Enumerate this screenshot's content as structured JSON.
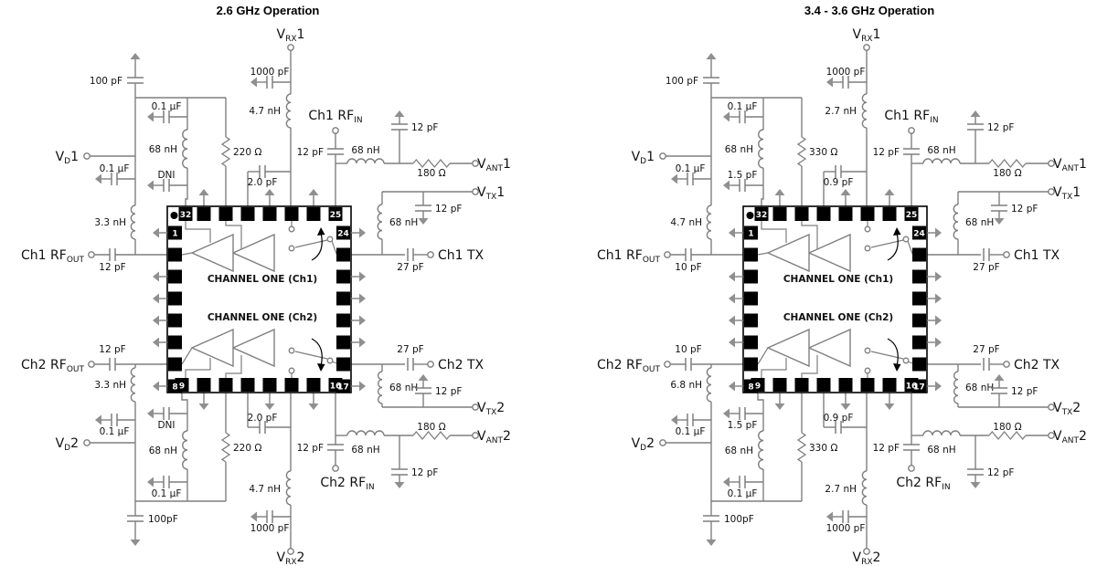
{
  "colors": {
    "wire": "#7f7f7f",
    "ground": "#8f8f8f",
    "chip": "#000000",
    "text": "#111111"
  },
  "circuits": [
    {
      "title": "2.6 GHz Operation",
      "chip": {
        "ch1_label": "CHANNEL ONE (Ch1)",
        "ch2_label": "CHANNEL ONE (Ch2)",
        "pins": {
          "p32": "32",
          "p25": "25",
          "p1": "1",
          "p8": "8",
          "p9": "9",
          "p16": "16",
          "p24": "24",
          "p17": "17"
        }
      },
      "top": {
        "bulk_cap": "100 pF",
        "vd_bypass": "0.1 µF",
        "col_cap": "0.1 µF",
        "col_ind": "68 nH",
        "col_cap2": "DNI",
        "bias_res": "220 Ω",
        "bias_cap": "2.0 pF",
        "vrx_cap": "1000 pF",
        "vrx_ind": "4.7 nH",
        "rfout_ind": "3.3 nH",
        "rfout_cap": "12 pF",
        "rfin_cap": "12 pF",
        "rfin_ind": "68 nH",
        "rfin_shunt_cap": "12 pF",
        "ant_res": "180 Ω",
        "vtx_ind": "68 nH",
        "vtx_shunt_cap": "12 pF",
        "tx_cap": "27 pF",
        "vd": {
          "pre": "V",
          "sub": "D",
          "post": "1"
        },
        "vrx": {
          "pre": "V",
          "sub": "RX",
          "post": "1"
        },
        "rfout": {
          "pre": "Ch1 RF",
          "sub": "OUT",
          "post": ""
        },
        "rfin": {
          "pre": "Ch1 RF",
          "sub": "IN",
          "post": ""
        },
        "vant": {
          "pre": "V",
          "sub": "ANT",
          "post": "1"
        },
        "vtx": {
          "pre": "V",
          "sub": "TX",
          "post": "1"
        },
        "tx": "Ch1 TX"
      },
      "bottom": {
        "bulk_cap": "100pF",
        "vd_bypass": "0.1 µF",
        "col_cap": "0.1 µF",
        "col_ind": "68 nH",
        "col_cap2": "DNI",
        "bias_res": "220 Ω",
        "bias_cap": "2.0 pF",
        "vrx_cap": "1000 pF",
        "vrx_ind": "4.7 nH",
        "rfout_ind": "3.3 nH",
        "rfout_cap": "12 pF",
        "rfin_cap": "12 pF",
        "rfin_ind": "68 nH",
        "rfin_shunt_cap": "12 pF",
        "ant_res": "180 Ω",
        "vtx_ind": "68 nH",
        "vtx_shunt_cap": "12 pF",
        "tx_cap": "27 pF",
        "vd": {
          "pre": "V",
          "sub": "D",
          "post": "2"
        },
        "vrx": {
          "pre": "V",
          "sub": "RX",
          "post": "2"
        },
        "rfout": {
          "pre": "Ch2 RF",
          "sub": "OUT",
          "post": ""
        },
        "rfin": {
          "pre": "Ch2 RF",
          "sub": "IN",
          "post": ""
        },
        "vant": {
          "pre": "V",
          "sub": "ANT",
          "post": "2"
        },
        "vtx": {
          "pre": "V",
          "sub": "TX",
          "post": "2"
        },
        "tx": "Ch2 TX"
      }
    },
    {
      "title": "3.4 - 3.6 GHz Operation",
      "chip": {
        "ch1_label": "CHANNEL ONE (Ch1)",
        "ch2_label": "CHANNEL ONE (Ch2)",
        "pins": {
          "p32": "32",
          "p25": "25",
          "p1": "1",
          "p8": "8",
          "p9": "9",
          "p16": "16",
          "p24": "24",
          "p17": "17"
        }
      },
      "top": {
        "bulk_cap": "100 pF",
        "vd_bypass": "0.1 µF",
        "col_cap": "0.1 µF",
        "col_ind": "68 nH",
        "col_cap2": "1.5 pF",
        "bias_res": "330 Ω",
        "bias_cap": "0.9 pF",
        "vrx_cap": "1000 pF",
        "vrx_ind": "2.7 nH",
        "rfout_ind": "4.7 nH",
        "rfout_cap": "10 pF",
        "rfin_cap": "12 pF",
        "rfin_ind": "68 nH",
        "rfin_shunt_cap": "12 pF",
        "ant_res": "180 Ω",
        "vtx_ind": "68 nH",
        "vtx_shunt_cap": "12 pF",
        "tx_cap": "27 pF",
        "vd": {
          "pre": "V",
          "sub": "D",
          "post": "1"
        },
        "vrx": {
          "pre": "V",
          "sub": "RX",
          "post": "1"
        },
        "rfout": {
          "pre": "Ch1 RF",
          "sub": "OUT",
          "post": ""
        },
        "rfin": {
          "pre": "Ch1 RF",
          "sub": "IN",
          "post": ""
        },
        "vant": {
          "pre": "V",
          "sub": "ANT",
          "post": "1"
        },
        "vtx": {
          "pre": "V",
          "sub": "TX",
          "post": "1"
        },
        "tx": "Ch1 TX"
      },
      "bottom": {
        "bulk_cap": "100pF",
        "vd_bypass": "0.1 µF",
        "col_cap": "0.1 µF",
        "col_ind": "68 nH",
        "col_cap2": "1.5 pF",
        "bias_res": "330 Ω",
        "bias_cap": "0.9 pF",
        "vrx_cap": "1000 pF",
        "vrx_ind": "2.7 nH",
        "rfout_ind": "6.8 nH",
        "rfout_cap": "10 pF",
        "rfin_cap": "12 pF",
        "rfin_ind": "68 nH",
        "rfin_shunt_cap": "12 pF",
        "ant_res": "180 Ω",
        "vtx_ind": "68 nH",
        "vtx_shunt_cap": "12 pF",
        "tx_cap": "27 pF",
        "vd": {
          "pre": "V",
          "sub": "D",
          "post": "2"
        },
        "vrx": {
          "pre": "V",
          "sub": "RX",
          "post": "2"
        },
        "rfout": {
          "pre": "Ch2 RF",
          "sub": "OUT",
          "post": ""
        },
        "rfin": {
          "pre": "Ch2 RF",
          "sub": "IN",
          "post": ""
        },
        "vant": {
          "pre": "V",
          "sub": "ANT",
          "post": "2"
        },
        "vtx": {
          "pre": "V",
          "sub": "TX",
          "post": "2"
        },
        "tx": "Ch2 TX"
      }
    }
  ]
}
